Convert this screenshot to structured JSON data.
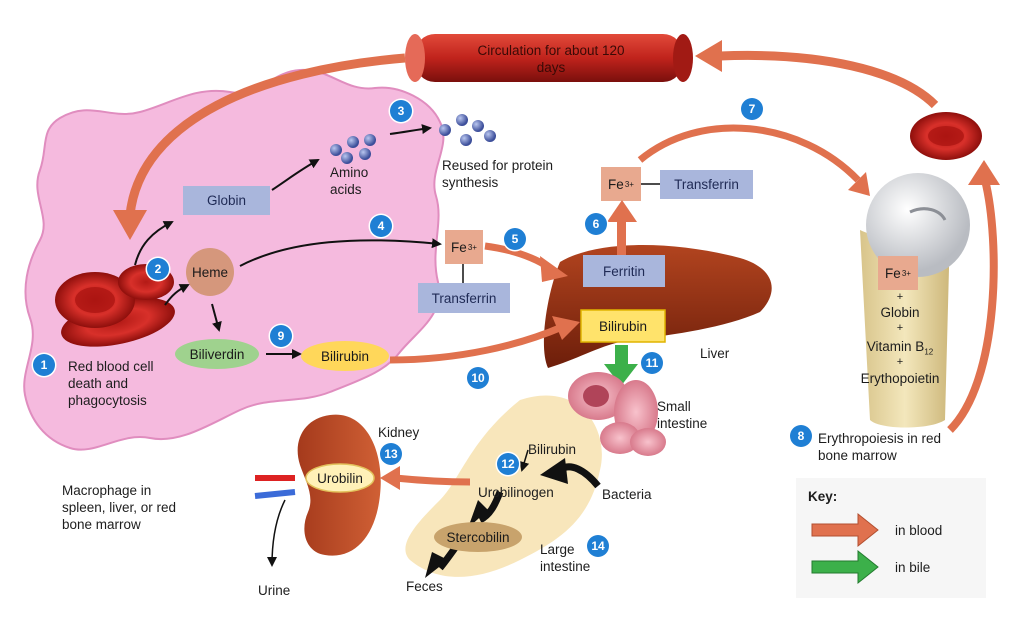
{
  "diagram": {
    "circulation_label": "Circulation for about 120 days",
    "macrophage_label": "Macrophage in spleen, liver, or red bone marrow",
    "step1_label": "Red blood cell death and phagocytosis",
    "globin": "Globin",
    "amino_acids": "Amino acids",
    "reused": "Reused for protein synthesis",
    "heme": "Heme",
    "fe": "Fe",
    "fe_charge": "3+",
    "transferrin": "Transferrin",
    "ferritin": "Ferritin",
    "biliverdin": "Biliverdin",
    "bilirubin": "Bilirubin",
    "liver": "Liver",
    "small_intestine": "Small intestine",
    "kidney": "Kidney",
    "urobilin": "Urobilin",
    "urobilinogen": "Urobilinogen",
    "bacteria": "Bacteria",
    "stercobilin": "Stercobilin",
    "large_intestine": "Large intestine",
    "feces": "Feces",
    "urine": "Urine",
    "marrow_plus": "+",
    "marrow_globin": "Globin",
    "vitamin": "Vitamin B",
    "vitamin_sub": "12",
    "erythropoietin": "Erythopoietin",
    "step8_label": "Erythropoiesis in red bone marrow",
    "steps": [
      "1",
      "2",
      "3",
      "4",
      "5",
      "6",
      "7",
      "8",
      "9",
      "10",
      "11",
      "12",
      "13",
      "14"
    ]
  },
  "key": {
    "title": "Key:",
    "blood": "in blood",
    "bile": "in bile"
  },
  "colors": {
    "macrophage": "#f4b8dc",
    "blood_arrow": "#e0714e",
    "bile_arrow": "#3cb04a",
    "badge": "#1f7fd4",
    "box_blue": "#a9b6dc",
    "box_fe": "#e8a98f",
    "liver": "#8b2b12",
    "bilirubin_box": "#ffe36b"
  }
}
